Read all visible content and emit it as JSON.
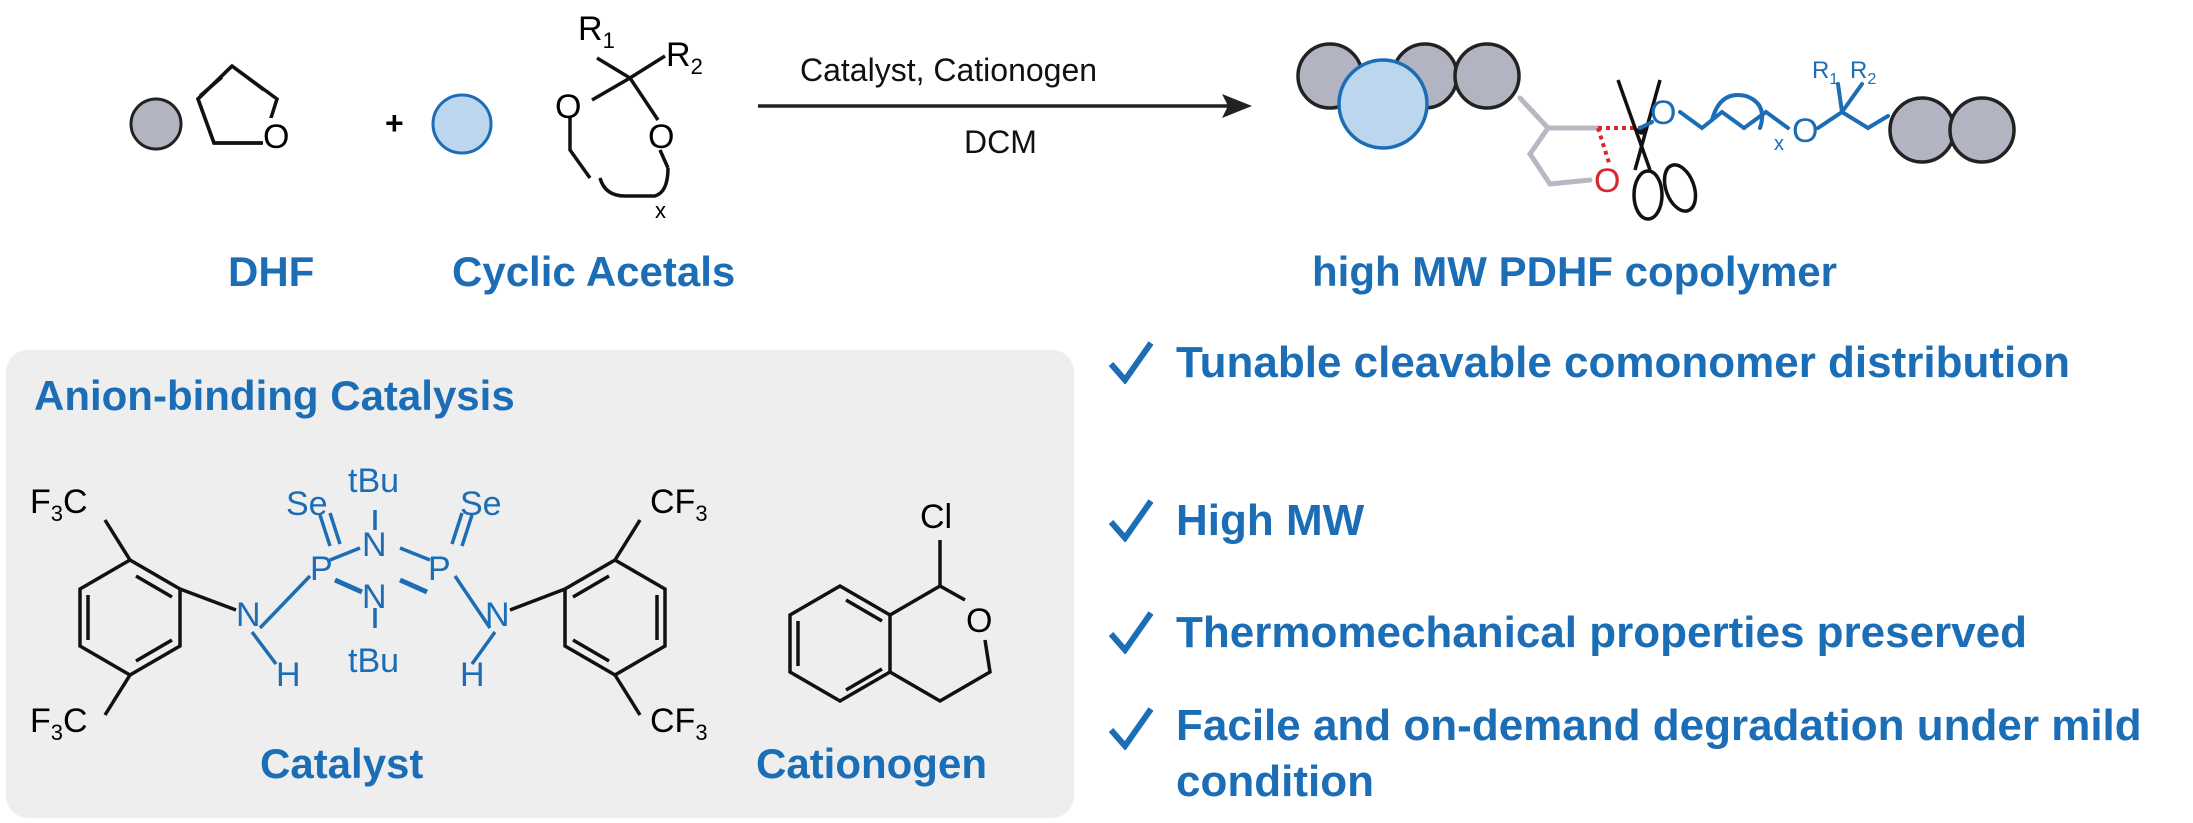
{
  "reaction": {
    "conditions_top": "Catalyst, Cationogen",
    "conditions_bottom": "DCM",
    "plus": "+"
  },
  "labels": {
    "monomer1": "DHF",
    "monomer2": "Cyclic Acetals",
    "product": "high MW PDHF copolymer",
    "catalyst": "Catalyst",
    "cationogen": "Cationogen"
  },
  "panel": {
    "title": "Anion-binding Catalysis"
  },
  "atoms": {
    "oxygen": "O",
    "r1": "R",
    "r2": "R",
    "sub1": "1",
    "sub2": "2",
    "x": "x",
    "se": "Se",
    "p": "P",
    "n": "N",
    "h": "H",
    "tbu": "tBu",
    "cl": "Cl",
    "f3c": "F",
    "cf3": "CF",
    "three": "3",
    "c": "C"
  },
  "features": [
    "Tunable cleavable comonomer distribution",
    "High MW",
    "Thermomechanical properties preserved",
    "Facile and on-demand degradation under mild condition"
  ],
  "colors": {
    "accent_blue": "#1b6db5",
    "gray_bead": "#b3b4c2",
    "blue_bead": "#bcd6ee",
    "cleavage_red": "#d7282f",
    "panel_bg": "#eeeeee"
  }
}
